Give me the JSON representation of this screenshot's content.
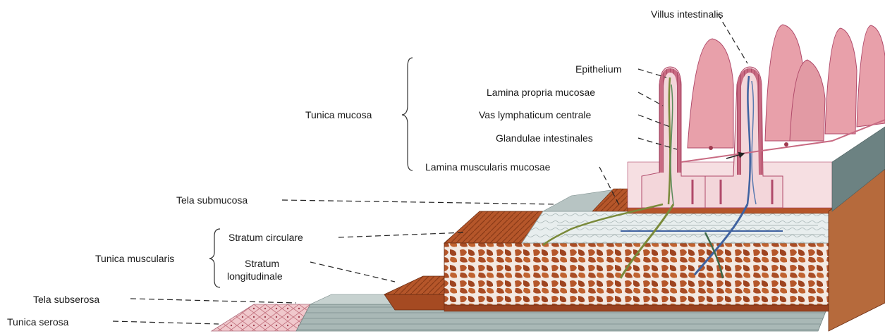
{
  "labels": {
    "villus_intestinalis": "Villus intestinalis",
    "epithelium": "Epithelium",
    "lamina_propria_mucosae": "Lamina propria mucosae",
    "vas_lymphaticum_centrale": "Vas lymphaticum centrale",
    "glandulae_intestinales": "Glandulae intestinales",
    "lamina_muscularis_mucosae": "Lamina muscularis mucosae",
    "tunica_mucosa": "Tunica mucosa",
    "tela_submucosa": "Tela submucosa",
    "stratum_circulare": "Stratum circulare",
    "tunica_muscularis": "Tunica muscularis",
    "stratum_longitudinale_line1": "Stratum",
    "stratum_longitudinale_line2": "longitudinale",
    "tela_subserosa": "Tela subserosa",
    "tunica_serosa": "Tunica serosa"
  },
  "colors": {
    "serosa": "#e8b8bc",
    "subserosa": "#9fb0b0",
    "muscle_brown": "#b5562a",
    "muscle_dark": "#7a3418",
    "submucosa": "#e6ecec",
    "villus_pink": "#e8a0aa",
    "villus_outline": "#b04a6a",
    "lymph_blue": "#4a6fa0",
    "gland_green": "#7a8a3a"
  }
}
